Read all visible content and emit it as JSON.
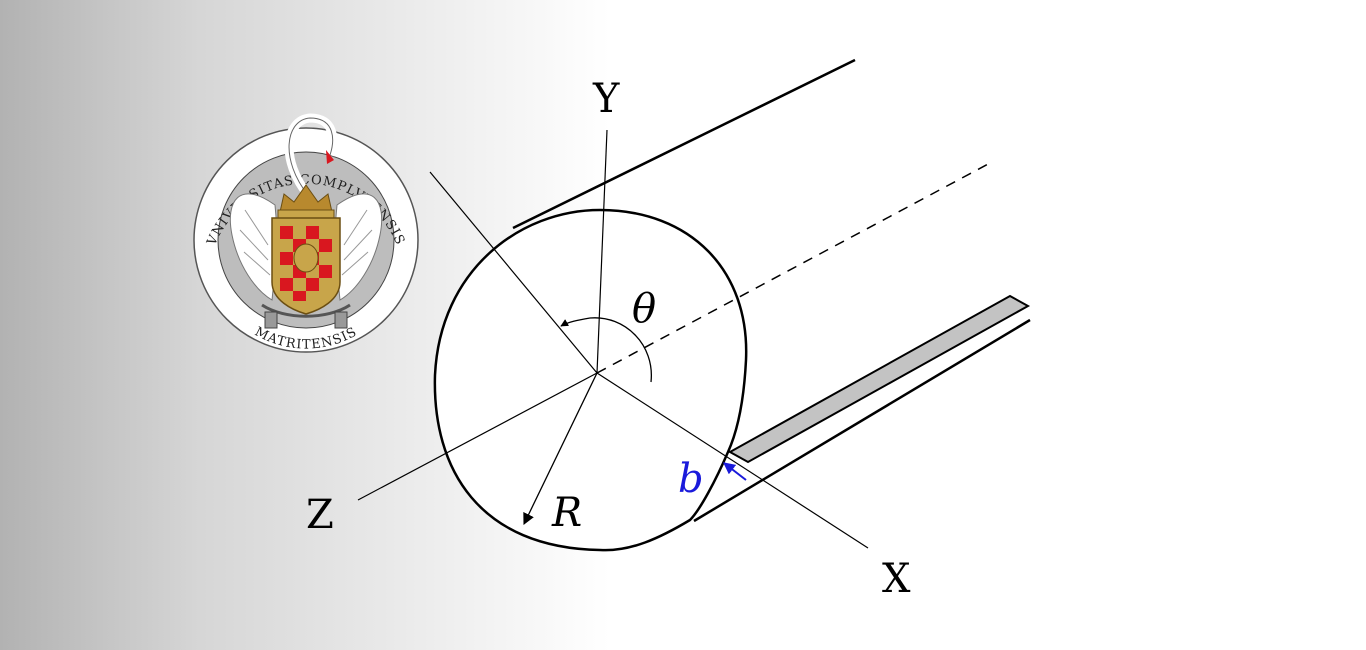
{
  "seal": {
    "outer_text_top": "VNIVERSITAS COMPLVTENSIS",
    "outer_text_bottom": "MATRITENSIS",
    "colors": {
      "ring": "#b5b5b5",
      "shield_red": "#d9171f",
      "shield_gold": "#c8a54a",
      "crown_gold": "#b8892e"
    }
  },
  "diagram": {
    "labels": {
      "x_axis": "X",
      "y_axis": "Y",
      "z_axis": "Z",
      "radius": "R",
      "angle": "θ",
      "width": "b"
    },
    "colors": {
      "stroke": "#000000",
      "strip_fill": "#c3c3c3",
      "highlight": "#1a1adb"
    }
  }
}
